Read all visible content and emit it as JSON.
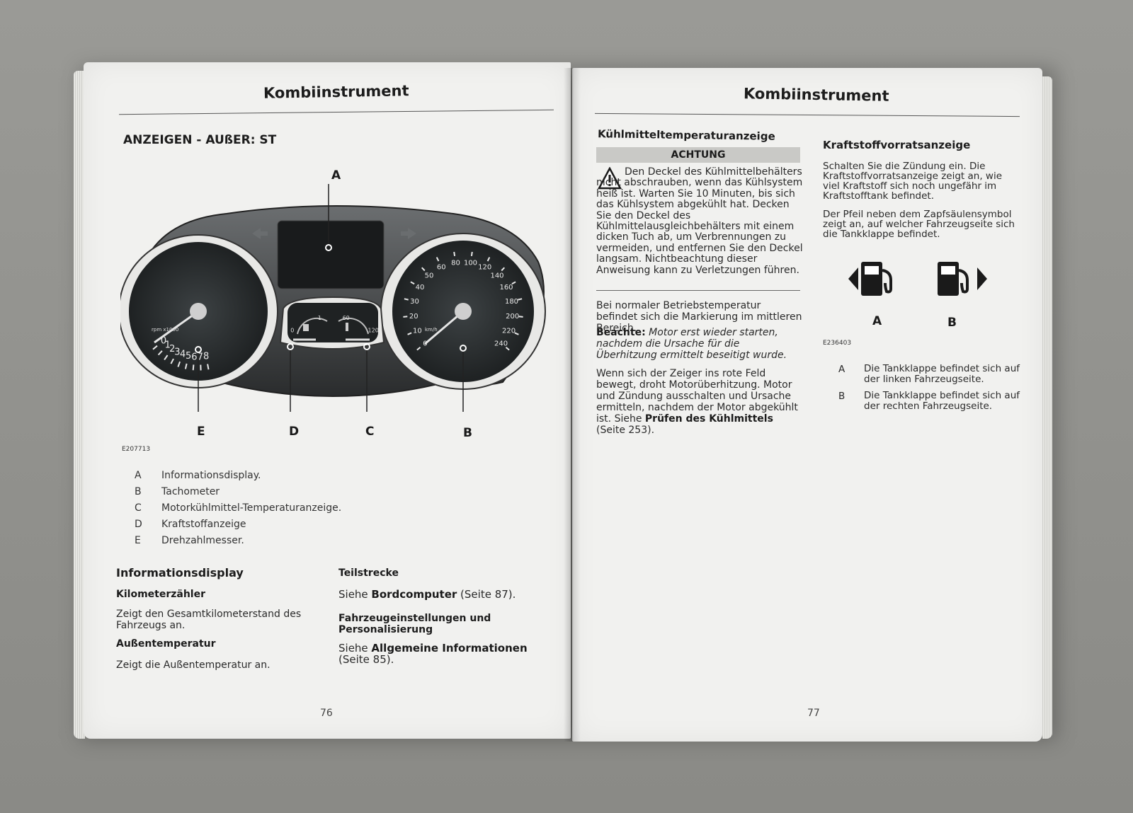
{
  "left_page": {
    "header": "Kombiinstrument",
    "section_title": "ANZEIGEN - AUßER: ST",
    "figure": {
      "callouts": [
        "A",
        "B",
        "C",
        "D",
        "E"
      ],
      "tach_numbers": [
        "0",
        "1",
        "2",
        "3",
        "4",
        "5",
        "6",
        "7",
        "8"
      ],
      "tach_unit": "rpm x1000",
      "speedo_numbers": [
        "0",
        "10",
        "20",
        "30",
        "40",
        "50",
        "60",
        "80",
        "100",
        "120",
        "140",
        "160",
        "180",
        "200",
        "220",
        "240"
      ],
      "speedo_unit": "km/h",
      "temp_numbers": [
        "60",
        "120"
      ],
      "fuel_numbers": [
        "0",
        "1"
      ],
      "code": "E207713"
    },
    "legend": [
      {
        "letter": "A",
        "text": "Informationsdisplay."
      },
      {
        "letter": "B",
        "text": "Tachometer"
      },
      {
        "letter": "C",
        "text": "Motorkühlmittel-Temperaturanzeige."
      },
      {
        "letter": "D",
        "text": "Kraftstoffanzeige"
      },
      {
        "letter": "E",
        "text": "Drehzahlmesser."
      }
    ],
    "info_title": "Informationsdisplay",
    "km_title": "Kilometerzähler",
    "km_text": "Zeigt den Gesamtkilometerstand des Fahrzeugs an.",
    "temp_title": "Außentemperatur",
    "temp_text": "Zeigt die Außentemperatur an.",
    "trip_title": "Teilstrecke",
    "trip_pre": "Siehe ",
    "trip_bold": "Bordcomputer",
    "trip_post": " (Seite 87).",
    "settings_title": "Fahrzeugeinstellungen und Personalisierung",
    "settings_pre": "Siehe ",
    "settings_bold": "Allgemeine Informationen",
    "settings_post": " (Seite 85).",
    "page_number": "76"
  },
  "right_page": {
    "header": "Kombiinstrument",
    "coolant_title": "Kühlmitteltemperaturanzeige",
    "warning_label": "ACHTUNG",
    "warning_text": "Den Deckel des Kühlmittelbehälters nicht abschrauben, wenn das Kühlsystem heiß ist. Warten Sie 10 Minuten, bis sich das Kühlsystem abgekühlt hat. Decken Sie den Deckel des Kühlmittelausgleichbehälters mit einem dicken Tuch ab, um Verbrennungen zu vermeiden, und entfernen Sie den Deckel langsam. Nichtbeachtung dieser Anweisung kann zu Verletzungen führen.",
    "normal_text": "Bei normaler Betriebstemperatur befindet sich die Markierung im mittleren Bereich.",
    "note_label": "Beachte:",
    "note_text": " Motor erst wieder starten, nachdem die Ursache für die Überhitzung ermittelt beseitigt wurde.",
    "red_pre": "Wenn sich der Zeiger ins rote Feld bewegt, droht Motorüberhitzung. Motor und Zündung ausschalten und Ursache ermitteln, nachdem der Motor abgekühlt ist.  Siehe ",
    "red_bold": "Prüfen des Kühlmittels",
    "red_post": " (Seite 253).",
    "fuel_title": "Kraftstoffvorratsanzeige",
    "fuel_text1": "Schalten Sie die Zündung ein.  Die Kraftstoffvorratsanzeige zeigt an, wie viel Kraftstoff sich noch ungefähr im Kraftstofftank befindet.",
    "fuel_text2": "Der Pfeil neben dem Zapfsäulensymbol zeigt an, auf welcher Fahrzeugseite sich die Tankklappe befindet.",
    "icon_labels": [
      "A",
      "B"
    ],
    "icon_code": "E236403",
    "icons": [
      "fuel-pump-left-arrow-icon",
      "fuel-pump-right-arrow-icon"
    ],
    "fuel_legend": [
      {
        "letter": "A",
        "text": "Die Tankklappe befindet sich auf der linken Fahrzeugseite."
      },
      {
        "letter": "B",
        "text": "Die Tankklappe befindet sich auf der rechten Fahrzeugseite."
      }
    ],
    "page_number": "77"
  }
}
